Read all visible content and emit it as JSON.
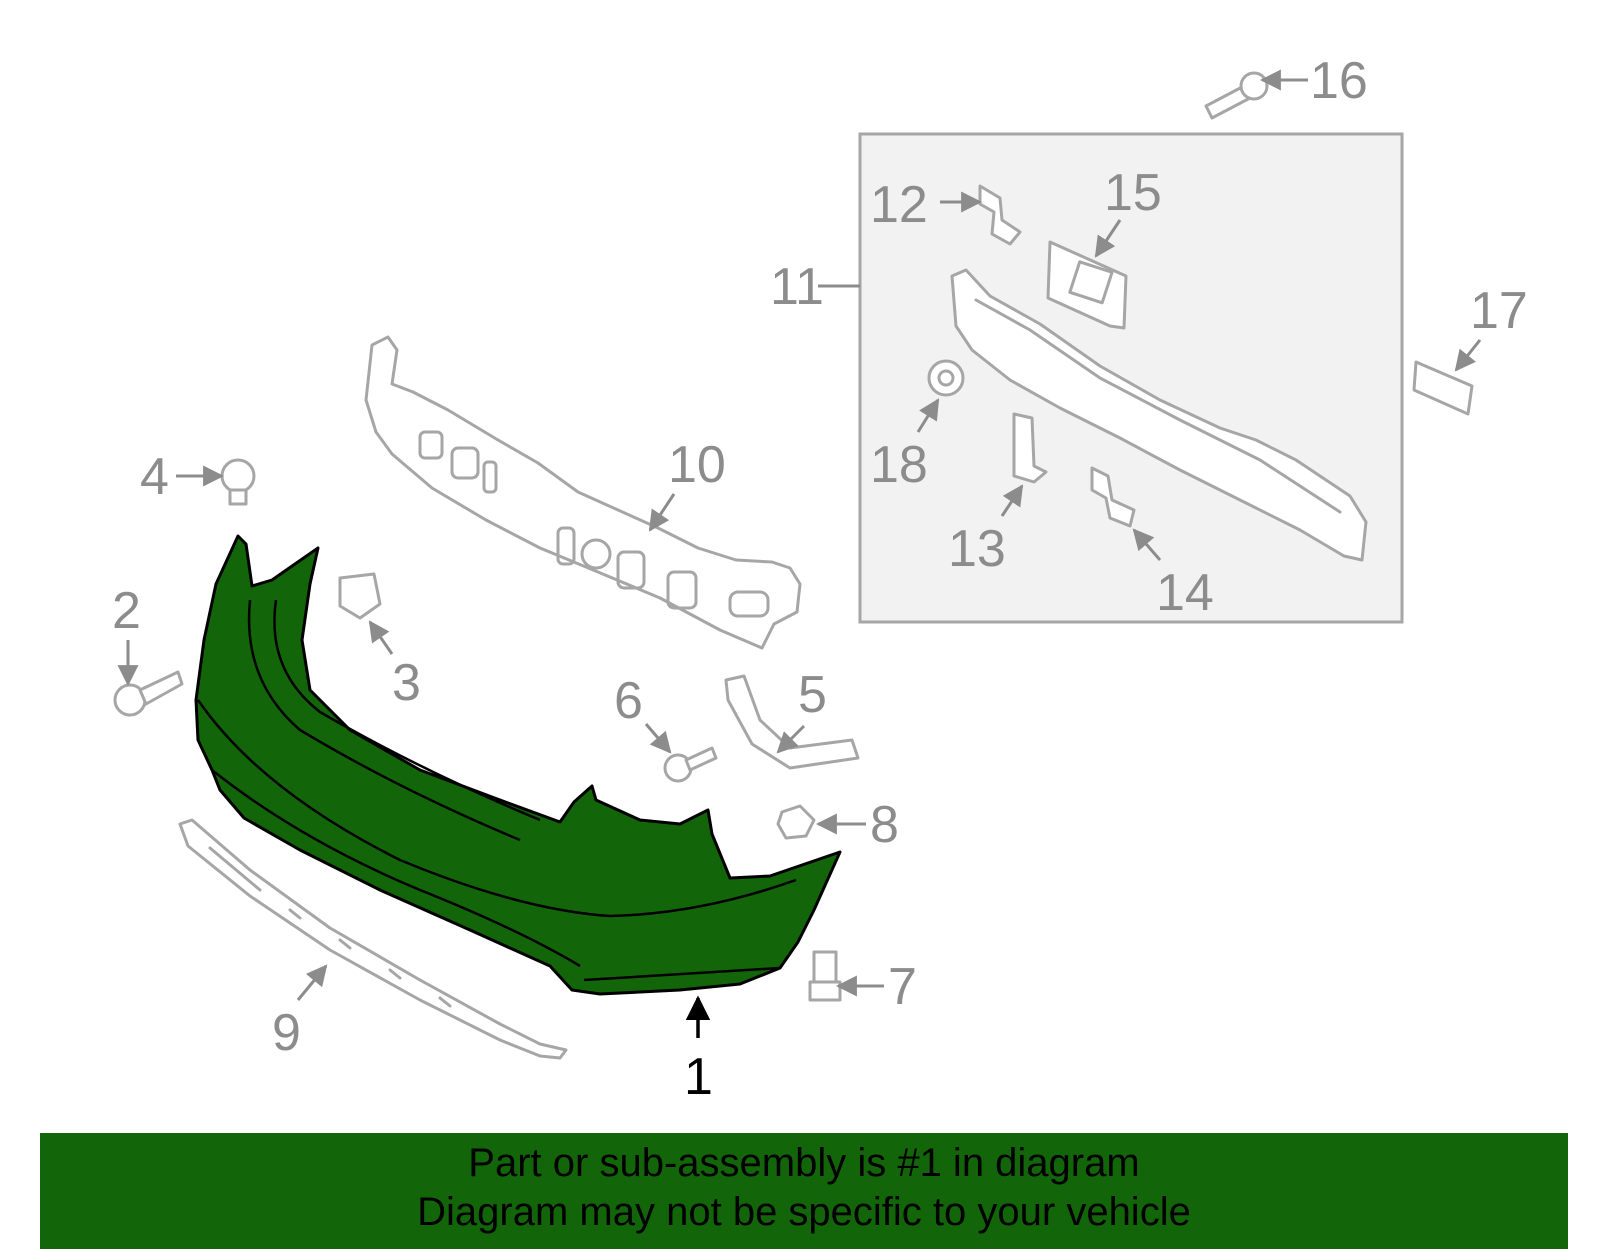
{
  "diagram": {
    "highlight_color": "#136509",
    "ghost_color": "#a6a6a6",
    "label_color": "#8c8c8c",
    "callouts": [
      "1",
      "2",
      "3",
      "4",
      "5",
      "6",
      "7",
      "8",
      "9",
      "10",
      "11",
      "12",
      "13",
      "14",
      "15",
      "16",
      "17",
      "18"
    ]
  },
  "banner": {
    "line1": "Part or sub-assembly is #1 in diagram",
    "line2": "Diagram may not be specific to your vehicle"
  }
}
